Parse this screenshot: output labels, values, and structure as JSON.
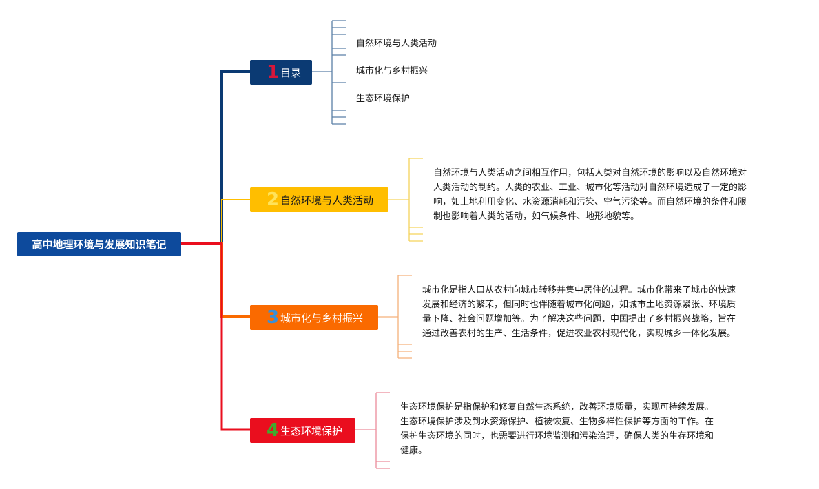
{
  "root": {
    "title": "高中地理环境与发展知识笔记"
  },
  "branches": [
    {
      "num": "1",
      "label": "目录",
      "color": "#0b3a73",
      "num_color": "#d6173a"
    },
    {
      "num": "2",
      "label": "自然环境与人类活动",
      "color": "#ffbe00",
      "num_color": "#ffe35a"
    },
    {
      "num": "3",
      "label": "城市化与乡村振兴",
      "color": "#fa6a00",
      "num_color": "#3a8fd6"
    },
    {
      "num": "4",
      "label": "生态环境保护",
      "color": "#ea0e1e",
      "num_color": "#3faa2e"
    }
  ],
  "toc": {
    "items": [
      "自然环境与人类活动",
      "城市化与乡村振兴",
      "生态环境保护"
    ]
  },
  "notes": {
    "natural_env": [
      "自然环境与人类活动之间相互作用，包括人类对自然环境的影响以及自然环境对",
      "人类活动的制约。人类的农业、工业、城市化等活动对自然环境造成了一定的影",
      "响，如土地利用变化、水资源消耗和污染、空气污染等。而自然环境的条件和限",
      "制也影响着人类的活动，如气候条件、地形地貌等。"
    ],
    "urbanization": [
      "城市化是指人口从农村向城市转移并集中居住的过程。城市化带来了城市的快速",
      "发展和经济的繁荣，但同时也伴随着城市化问题，如城市土地资源紧张、环境质",
      "量下降、社会问题增加等。为了解决这些问题，中国提出了乡村振兴战略，旨在",
      "通过改善农村的生产、生活条件，促进农业农村现代化，实现城乡一体化发展。"
    ],
    "ecology": [
      "生态环境保护是指保护和修复自然生态系统，改善环境质量，实现可持续发展。",
      "生态环境保护涉及到水资源保护、植被恢复、生物多样性保护等方面的工作。在",
      "保护生态环境的同时，也需要进行环境监测和污染治理，确保人类的生存环境和",
      "健康。"
    ]
  }
}
